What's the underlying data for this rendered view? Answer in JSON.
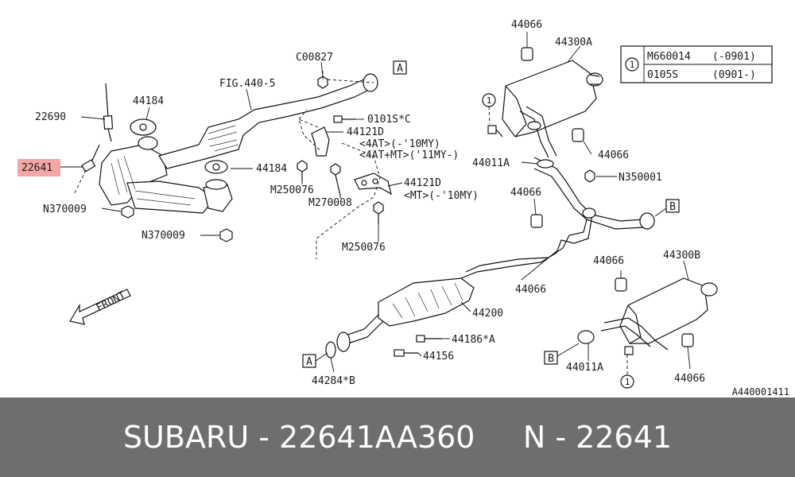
{
  "highlight_color": "#f4a6a6",
  "footer": {
    "text": "SUBARU - 22641AA360     N - 22641",
    "background": "#6e6e6e",
    "color": "#ffffff"
  },
  "legend": {
    "symbol": "1",
    "rows": [
      {
        "part": "M660014",
        "range": "(-0901)"
      },
      {
        "part": "0105S",
        "range": "(0901-)"
      }
    ]
  },
  "ref_letters": {
    "a": "A",
    "b": "B"
  },
  "circled_ref": "1",
  "front_label": "FRONT",
  "diagram_code": "A440001411",
  "labels": {
    "p22690": "22690",
    "p22641": "22641",
    "p44184_top": "44184",
    "p44184_mid": "44184",
    "fig": "FIG.440-5",
    "c00827": "C00827",
    "p0101s": "0101S*C",
    "p44121d_a": "44121D",
    "p44121d_a_note1": "<4AT>(-'10MY)",
    "p44121d_a_note2": "<4AT+MT>('11MY-)",
    "p44121d_b": "44121D",
    "p44121d_b_note": "<MT>(-'10MY)",
    "n370009_a": "N370009",
    "n370009_b": "N370009",
    "m250076_a": "M250076",
    "m270008": "M270008",
    "m250076_b": "M250076",
    "p44066_top": "44066",
    "p44300a": "44300A",
    "p44066_right": "44066",
    "p44011a_top": "44011A",
    "n350001": "N350001",
    "p44066_mid": "44066",
    "p44066_pipe": "44066",
    "p44200": "44200",
    "p44186a": "44186*A",
    "p44156": "44156",
    "p44284b": "44284*B",
    "p44066_muff": "44066",
    "p44300b": "44300B",
    "p44011a_bot": "44011A",
    "p44066_bot": "44066"
  }
}
